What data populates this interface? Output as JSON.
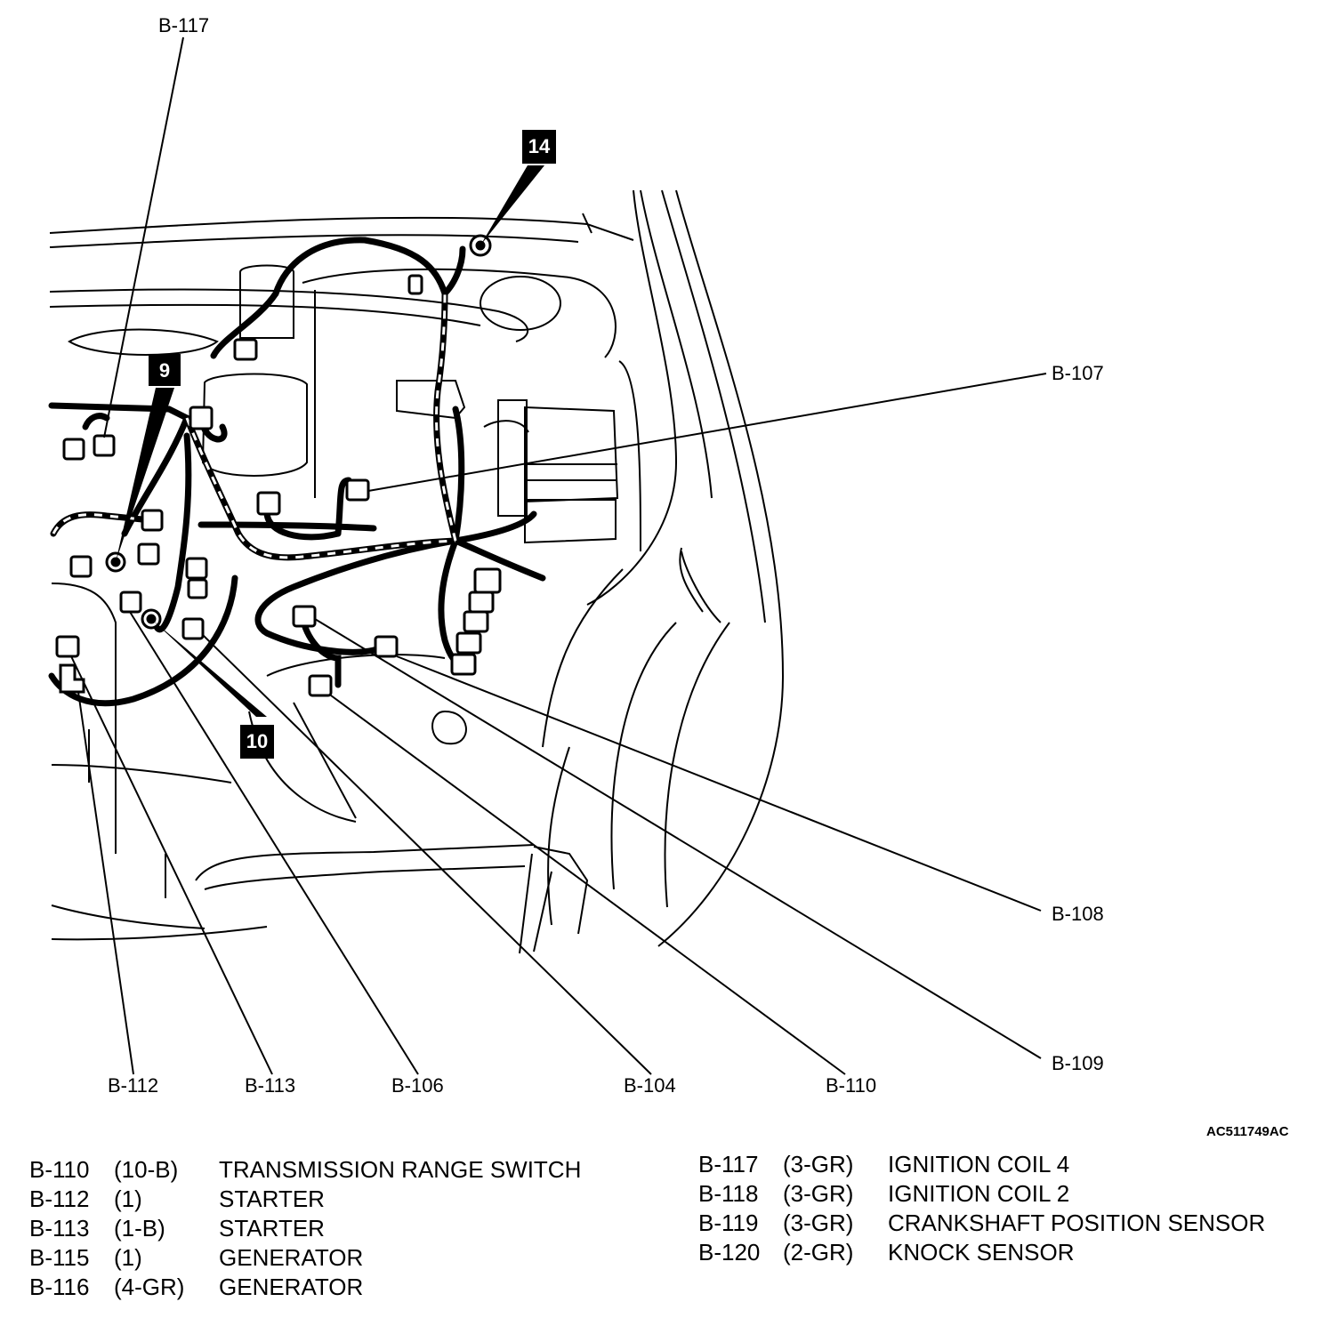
{
  "callouts": {
    "b117": "B-117",
    "b107": "B-107",
    "b108": "B-108",
    "b109": "B-109",
    "b112": "B-112",
    "b113": "B-113",
    "b106": "B-106",
    "b104": "B-104",
    "b110": "B-110"
  },
  "badges": {
    "ground_14": "14",
    "ground_9": "9",
    "ground_10": "10"
  },
  "figure_id": "AC511749AC",
  "legend_left": [
    {
      "code": "B-110",
      "spec": "(10-B)",
      "name": "TRANSMISSION RANGE SWITCH"
    },
    {
      "code": "B-112",
      "spec": "(1)",
      "name": "STARTER"
    },
    {
      "code": "B-113",
      "spec": "(1-B)",
      "name": "STARTER"
    },
    {
      "code": "B-115",
      "spec": "(1)",
      "name": "GENERATOR"
    },
    {
      "code": "B-116",
      "spec": "(4-GR)",
      "name": "GENERATOR"
    }
  ],
  "legend_right": [
    {
      "code": "B-117",
      "spec": "(3-GR)",
      "name": "IGNITION COIL 4"
    },
    {
      "code": "B-118",
      "spec": "(3-GR)",
      "name": "IGNITION COIL 2"
    },
    {
      "code": "B-119",
      "spec": "(3-GR)",
      "name": "CRANKSHAFT POSITION SENSOR"
    },
    {
      "code": "B-120",
      "spec": "(2-GR)",
      "name": "KNOCK SENSOR"
    }
  ]
}
